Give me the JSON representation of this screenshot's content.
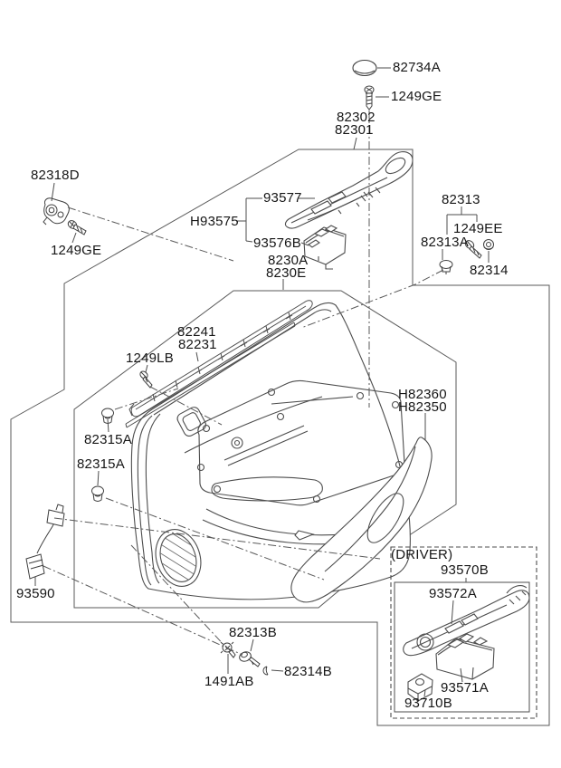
{
  "diagram": {
    "colors": {
      "background": "#ffffff",
      "line_art": "#4d4d4d",
      "text": "#161616"
    }
  },
  "labels": {
    "p82734a": {
      "text": "82734A"
    },
    "p1249ge_top": {
      "text": "1249GE"
    },
    "p82302": {
      "text": "82302"
    },
    "p82301": {
      "text": "82301"
    },
    "p82318d": {
      "text": "82318D"
    },
    "p1249ge_left": {
      "text": "1249GE"
    },
    "p93577": {
      "text": "93577"
    },
    "ph93575": {
      "text": "H93575"
    },
    "p93576b": {
      "text": "93576B"
    },
    "p8230a": {
      "text": "8230A"
    },
    "p8230e": {
      "text": "8230E"
    },
    "p82313": {
      "text": "82313"
    },
    "p1249ee": {
      "text": "1249EE"
    },
    "p82313a": {
      "text": "82313A"
    },
    "p82314": {
      "text": "82314"
    },
    "p82241": {
      "text": "82241"
    },
    "p82231": {
      "text": "82231"
    },
    "p1249lb": {
      "text": "1249LB"
    },
    "p82315a_1": {
      "text": "82315A"
    },
    "p82315a_2": {
      "text": "82315A"
    },
    "p93590": {
      "text": "93590"
    },
    "ph82360": {
      "text": "H82360"
    },
    "ph82350": {
      "text": "H82350"
    },
    "p82313b": {
      "text": "82313B"
    },
    "p1491ab": {
      "text": "1491AB"
    },
    "p82314b": {
      "text": "82314B"
    },
    "driver_caption": {
      "text": "(DRIVER)"
    },
    "p93570b": {
      "text": "93570B"
    },
    "p93572a": {
      "text": "93572A"
    },
    "p93571a": {
      "text": "93571A"
    },
    "p93710b": {
      "text": "93710B"
    }
  }
}
